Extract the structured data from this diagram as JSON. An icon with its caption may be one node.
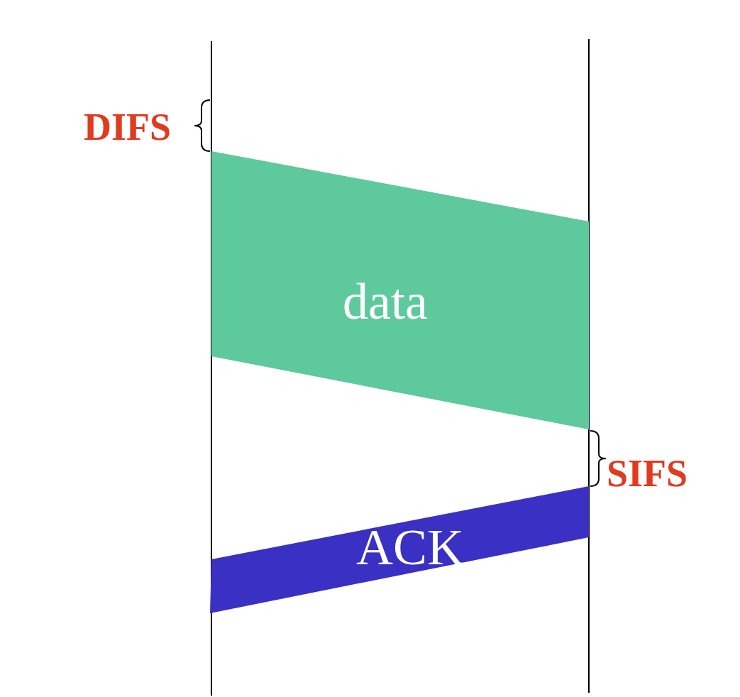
{
  "diagram": {
    "nodes": [
      {
        "text": [
          "data"
        ]
      },
      {
        "text": [
          "ACK"
        ]
      }
    ],
    "labels": [
      "DIFS",
      "SIFS"
    ]
  }
}
